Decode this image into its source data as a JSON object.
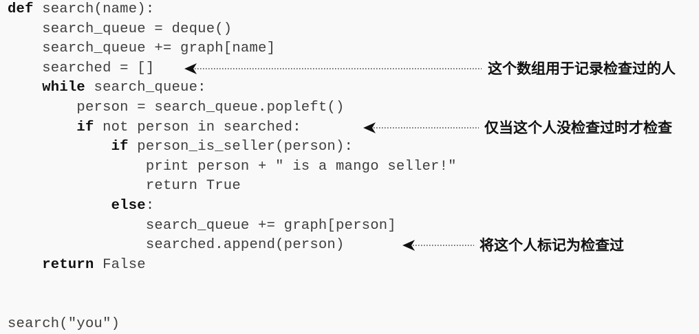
{
  "code": {
    "lines": [
      {
        "indent": "",
        "kw1": "def",
        "text1": " search(name):",
        "kw2": "",
        "text2": ""
      },
      {
        "indent": "    ",
        "kw1": "",
        "text1": "search_queue = deque()",
        "kw2": "",
        "text2": ""
      },
      {
        "indent": "    ",
        "kw1": "",
        "text1": "search_queue += graph[name]",
        "kw2": "",
        "text2": ""
      },
      {
        "indent": "    ",
        "kw1": "",
        "text1": "searched = []",
        "kw2": "",
        "text2": ""
      },
      {
        "indent": "    ",
        "kw1": "while",
        "text1": " search_queue:",
        "kw2": "",
        "text2": ""
      },
      {
        "indent": "        ",
        "kw1": "",
        "text1": "person = search_queue.popleft()",
        "kw2": "",
        "text2": ""
      },
      {
        "indent": "        ",
        "kw1": "if",
        "text1": " not person in searched:",
        "kw2": "",
        "text2": ""
      },
      {
        "indent": "            ",
        "kw1": "if",
        "text1": " person_is_seller(person):",
        "kw2": "",
        "text2": ""
      },
      {
        "indent": "                ",
        "kw1": "",
        "text1": "print person + \" is a mango seller!\"",
        "kw2": "",
        "text2": ""
      },
      {
        "indent": "                ",
        "kw1": "",
        "text1": "return True",
        "kw2": "",
        "text2": ""
      },
      {
        "indent": "            ",
        "kw1": "else",
        "text1": ":",
        "kw2": "",
        "text2": ""
      },
      {
        "indent": "                ",
        "kw1": "",
        "text1": "search_queue += graph[person]",
        "kw2": "",
        "text2": ""
      },
      {
        "indent": "                ",
        "kw1": "",
        "text1": "searched.append(person)",
        "kw2": "",
        "text2": ""
      },
      {
        "indent": "    ",
        "kw1": "return",
        "text1": " False",
        "kw2": "",
        "text2": ""
      },
      {
        "indent": "",
        "kw1": "",
        "text1": "",
        "kw2": "",
        "text2": ""
      },
      {
        "indent": "",
        "kw1": "",
        "text1": "",
        "kw2": "",
        "text2": ""
      },
      {
        "indent": "",
        "kw1": "",
        "text1": "search(\"you\")",
        "kw2": "",
        "text2": ""
      }
    ]
  },
  "annotations": [
    {
      "label": "这个数组用于记录检查过的人"
    },
    {
      "label": "仅当这个人没检查过时才检查"
    },
    {
      "label": "将这个人标记为检查过"
    }
  ],
  "colors": {
    "background": "#f9f9f9",
    "code_text": "#3e3e3e",
    "keyword": "#111111",
    "arrow": "#111111",
    "annotation_text": "#111111"
  }
}
